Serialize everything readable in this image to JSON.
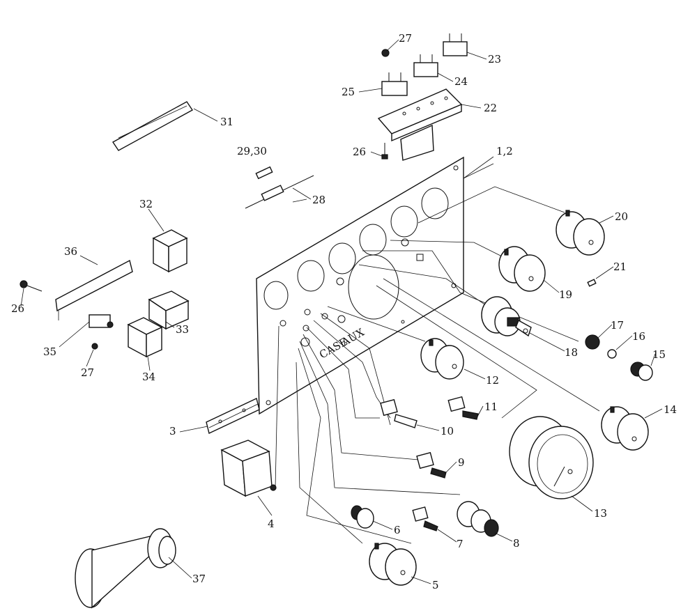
{
  "callouts": [
    {
      "id": "1,2"
    },
    {
      "id": "3"
    },
    {
      "id": "4"
    },
    {
      "id": "5"
    },
    {
      "id": "6"
    },
    {
      "id": "7"
    },
    {
      "id": "8"
    },
    {
      "id": "9"
    },
    {
      "id": "10"
    },
    {
      "id": "11"
    },
    {
      "id": "12"
    },
    {
      "id": "13"
    },
    {
      "id": "14"
    },
    {
      "id": "15"
    },
    {
      "id": "16"
    },
    {
      "id": "17"
    },
    {
      "id": "18"
    },
    {
      "id": "19"
    },
    {
      "id": "20"
    },
    {
      "id": "21"
    },
    {
      "id": "22"
    },
    {
      "id": "23"
    },
    {
      "id": "24"
    },
    {
      "id": "25"
    },
    {
      "id": "26"
    },
    {
      "id": "27"
    },
    {
      "id": "28"
    },
    {
      "id": "29,30"
    },
    {
      "id": "31"
    },
    {
      "id": "32"
    },
    {
      "id": "33"
    },
    {
      "id": "34"
    },
    {
      "id": "35"
    },
    {
      "id": "36"
    },
    {
      "id": "26b",
      "label": "26"
    },
    {
      "id": "27b",
      "label": "27"
    },
    {
      "id": "37"
    }
  ],
  "panel_labels": {
    "decal_a": "CASE",
    "decal_b": "AUX"
  }
}
